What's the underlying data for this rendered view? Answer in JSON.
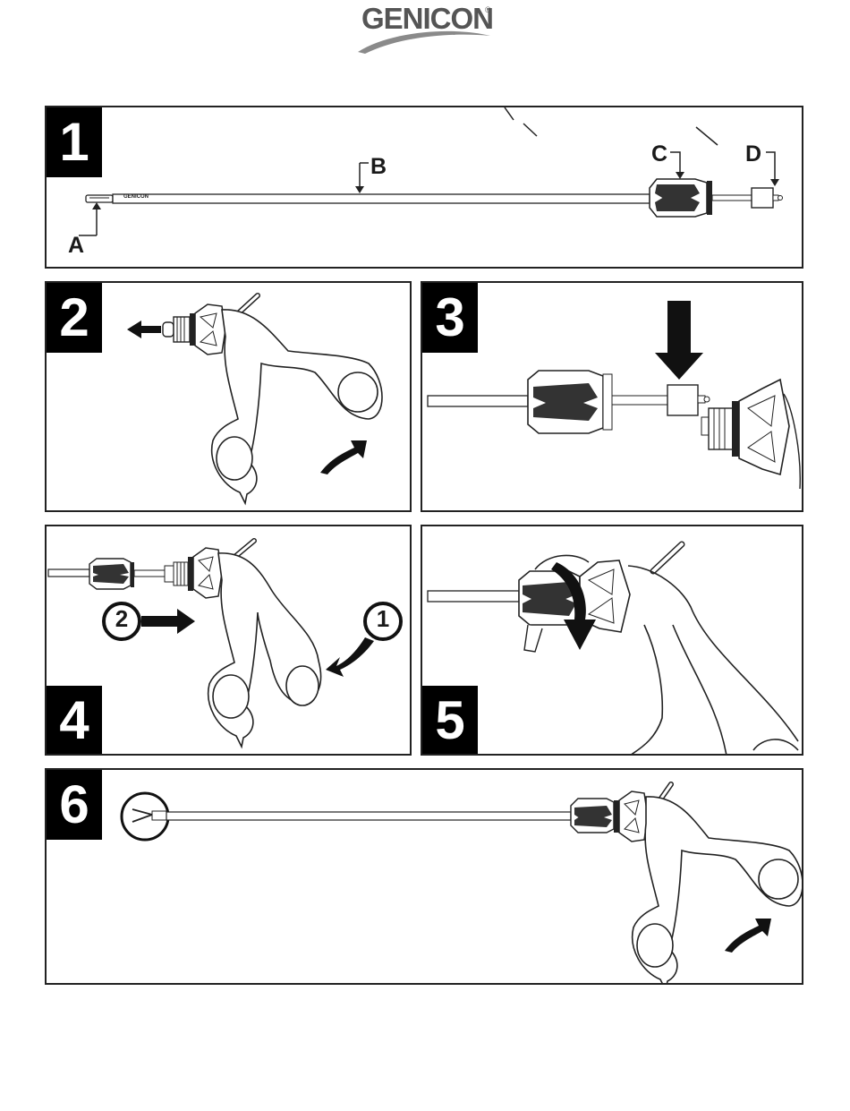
{
  "brand": {
    "name": "GENICON",
    "mark": "®"
  },
  "steps": [
    {
      "number": "1",
      "labels": {
        "a": "A",
        "b": "B",
        "c": "C",
        "d": "D"
      },
      "shaft_text": "GENICON"
    },
    {
      "number": "2"
    },
    {
      "number": "3"
    },
    {
      "number": "4",
      "markers": {
        "first": "1",
        "second": "2"
      }
    },
    {
      "number": "5"
    },
    {
      "number": "6"
    }
  ]
}
